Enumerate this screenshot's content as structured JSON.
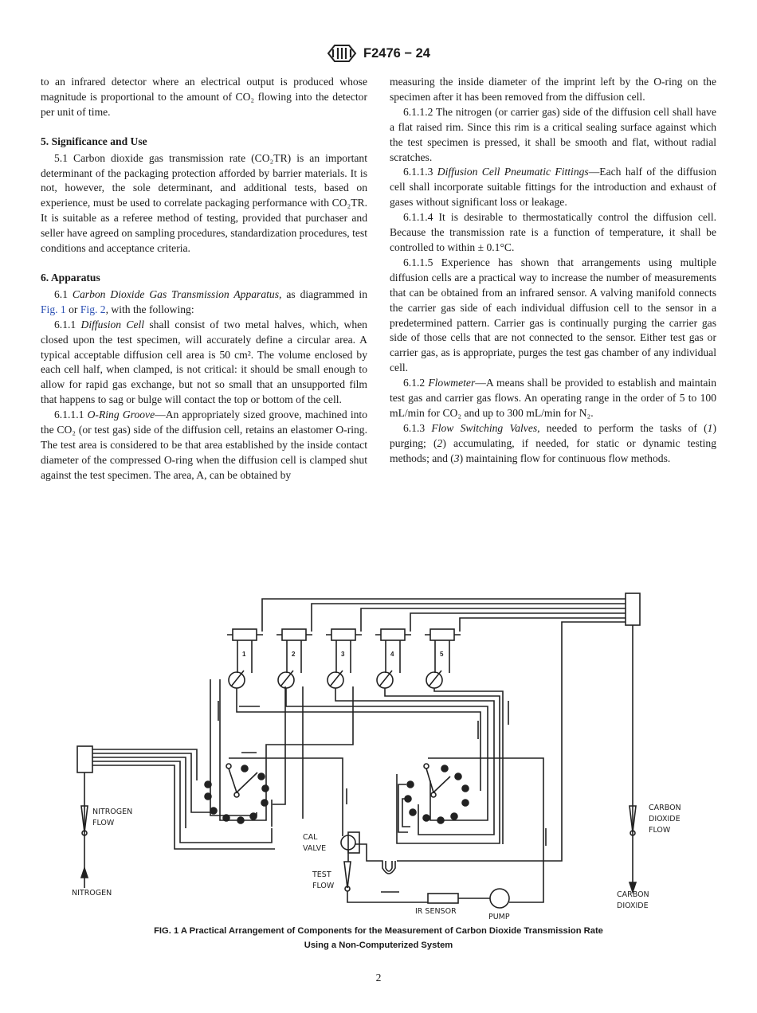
{
  "header": {
    "designation": "F2476 − 24",
    "logo_text": "ASTM"
  },
  "left_column": [
    {
      "type": "p",
      "cont": true,
      "segments": [
        {
          "t": "to an infrared detector where an electrical output is produced whose magnitude is proportional to the amount of CO₂ flowing into the detector per unit of time."
        }
      ]
    },
    {
      "type": "h",
      "text": "5. Significance and Use"
    },
    {
      "type": "p",
      "segments": [
        {
          "t": "5.1 Carbon dioxide gas transmission rate (CO₂TR) is an important determinant of the packaging protection afforded by barrier materials. It is not, however, the sole determinant, and additional tests, based on experience, must be used to correlate packaging performance with CO₂TR. It is suitable as a referee method of testing, provided that purchaser and seller have agreed on sampling procedures, standardization procedures, test conditions and acceptance criteria."
        }
      ]
    },
    {
      "type": "h",
      "text": "6. Apparatus"
    },
    {
      "type": "p",
      "segments": [
        {
          "t": "6.1 "
        },
        {
          "t": "Carbon Dioxide Gas Transmission Apparatus,",
          "s": "i"
        },
        {
          "t": " as diagrammed in "
        },
        {
          "t": "Fig. 1",
          "s": "link"
        },
        {
          "t": " or "
        },
        {
          "t": "Fig. 2",
          "s": "link"
        },
        {
          "t": ", with the following:"
        }
      ]
    },
    {
      "type": "p",
      "segments": [
        {
          "t": "6.1.1 "
        },
        {
          "t": "Diffusion Cell",
          "s": "i"
        },
        {
          "t": " shall consist of two metal halves, which, when closed upon the test specimen, will accurately define a circular area. A typical acceptable diffusion cell area is 50 cm². The volume enclosed by each cell half, when clamped, is not critical: it should be small enough to allow for rapid gas exchange, but not so small that an unsupported film that happens to sag or bulge will contact the top or bottom of the cell."
        }
      ]
    },
    {
      "type": "p",
      "segments": [
        {
          "t": "6.1.1.1 "
        },
        {
          "t": "O-Ring Groove",
          "s": "i"
        },
        {
          "t": "—An appropriately sized groove, machined into the CO₂ (or test gas) side of the diffusion cell, retains an elastomer O-ring. The test area is considered to be that area established by the inside contact diameter of the compressed O-ring when the diffusion cell is clamped shut against the test specimen. The area, A, can be obtained by"
        }
      ]
    }
  ],
  "right_column": [
    {
      "type": "p",
      "cont": true,
      "segments": [
        {
          "t": "measuring the inside diameter of the imprint left by the O-ring on the specimen after it has been removed from the diffusion cell."
        }
      ]
    },
    {
      "type": "p",
      "segments": [
        {
          "t": "6.1.1.2 The nitrogen (or carrier gas) side of the diffusion cell shall have a flat raised rim. Since this rim is a critical sealing surface against which the test specimen is pressed, it shall be smooth and flat, without radial scratches."
        }
      ]
    },
    {
      "type": "p",
      "segments": [
        {
          "t": "6.1.1.3 "
        },
        {
          "t": "Diffusion Cell Pneumatic Fittings",
          "s": "i"
        },
        {
          "t": "—Each half of the diffusion cell shall incorporate suitable fittings for the introduction and exhaust of gases without significant loss or leakage."
        }
      ]
    },
    {
      "type": "p",
      "segments": [
        {
          "t": "6.1.1.4 It is desirable to thermostatically control the diffusion cell. Because the transmission rate is a function of temperature, it shall be controlled to within ± 0.1°C."
        }
      ]
    },
    {
      "type": "p",
      "segments": [
        {
          "t": "6.1.1.5 Experience has shown that arrangements using multiple diffusion cells are a practical way to increase the number of measurements that can be obtained from an infrared sensor. A valving manifold connects the carrier gas side of each individual diffusion cell to the sensor in a predetermined pattern. Carrier gas is continually purging the carrier gas side of those cells that are not connected to the sensor. Either test gas or carrier gas, as is appropriate, purges the test gas chamber of any individual cell."
        }
      ]
    },
    {
      "type": "p",
      "segments": [
        {
          "t": "6.1.2 "
        },
        {
          "t": "Flowmeter",
          "s": "i"
        },
        {
          "t": "—A means shall be provided to establish and maintain test gas and carrier gas flows. An operating range in the order of 5 to 100 mL/min for CO₂ and up to 300 mL/min for N₂."
        }
      ]
    },
    {
      "type": "p",
      "segments": [
        {
          "t": "6.1.3 "
        },
        {
          "t": "Flow Switching Valves,",
          "s": "i"
        },
        {
          "t": " needed to perform the tasks of ("
        },
        {
          "t": "1",
          "s": "i"
        },
        {
          "t": ") purging; ("
        },
        {
          "t": "2",
          "s": "i"
        },
        {
          "t": ") accumulating, if needed, for static or dynamic testing methods; and ("
        },
        {
          "t": "3",
          "s": "i"
        },
        {
          "t": ") maintaining flow for continuous flow methods."
        }
      ]
    }
  ],
  "figure": {
    "cell_numbers": [
      "1",
      "2",
      "3",
      "4",
      "5"
    ],
    "labels": {
      "nitrogen_flow_1": "NITROGEN",
      "nitrogen_flow_2": "FLOW",
      "nitrogen": "NITROGEN",
      "cal_valve_1": "CAL",
      "cal_valve_2": "VALVE",
      "test_flow_1": "TEST",
      "test_flow_2": "FLOW",
      "ir_sensor": "IR SENSOR",
      "pump": "PUMP",
      "co2_flow_1": "CARBON",
      "co2_flow_2": "DIOXIDE",
      "co2_flow_3": "FLOW",
      "co2_1": "CARBON",
      "co2_2": "DIOXIDE"
    },
    "caption_line1": "FIG. 1 A Practical Arrangement of Components for the Measurement of Carbon Dioxide Transmission Rate",
    "caption_line2": "Using a Non-Computerized System"
  },
  "page_number": "2"
}
